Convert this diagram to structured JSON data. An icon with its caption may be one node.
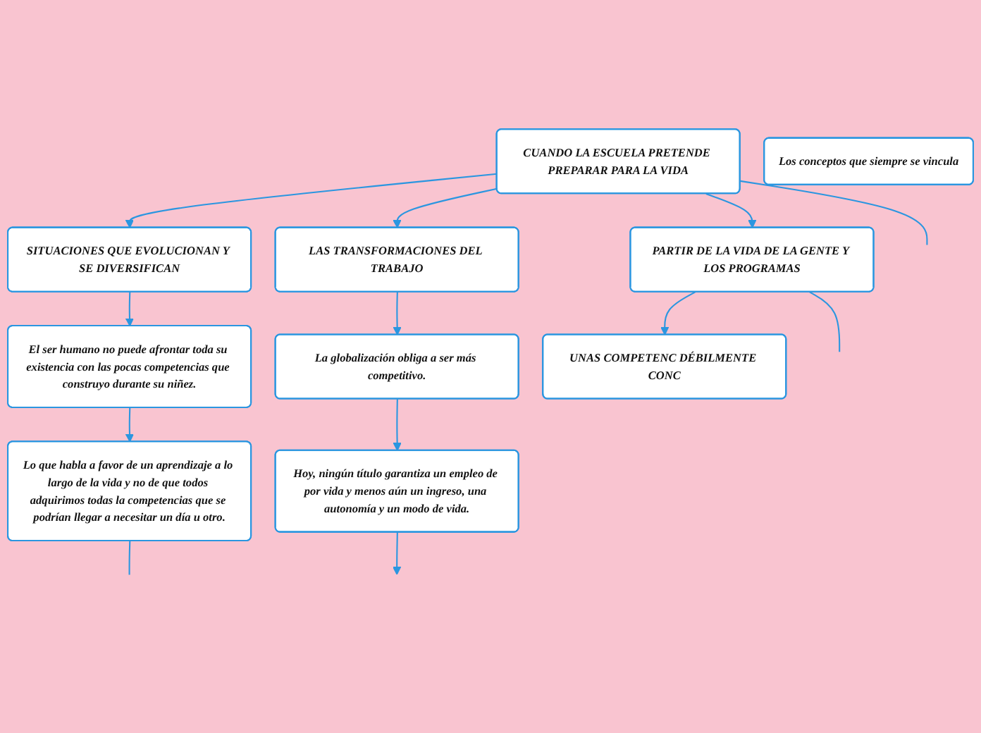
{
  "diagram": {
    "nodes": [
      {
        "text": [
          "CUANDO LA ESCUELA PRETENDE PREPARAR PARA LA VIDA"
        ]
      },
      {
        "text": [
          "SITUACIONES QUE EVOLUCIONAN Y SE DIVERSIFICAN"
        ]
      },
      {
        "text": [
          "LAS TRANSFORMACIONES DEL TRABAJO"
        ]
      },
      {
        "text": [
          "PARTIR DE LA VIDA DE LA GENTE Y LOS PROGRAMAS"
        ]
      },
      {
        "text": [
          "El ser humano no puede afrontar toda su existencia con las pocas competencias que construyo durante su niñez."
        ]
      },
      {
        "text": [
          "La globalización obliga a ser más competitivo."
        ]
      },
      {
        "text": [
          "UNAS COMPETENC DÉBILMENTE CONC"
        ]
      },
      {
        "text": [
          "Lo que habla a favor de un aprendizaje a lo largo de la vida y no de que todos adquirimos todas la competencias que se podrían llegar a necesitar un día u otro."
        ]
      },
      {
        "text": [
          "Hoy, ningún título garantiza un empleo de por vida y menos aún un ingreso, una autonomía y un modo de vida."
        ]
      },
      {
        "text": [
          "Los conceptos que siempre se vincula"
        ]
      }
    ],
    "edges": [
      {
        "from": 0,
        "to": null,
        "arrow": "none"
      },
      {
        "from": 0,
        "to": 1,
        "arrow": "to"
      },
      {
        "from": 0,
        "to": 2,
        "arrow": "to"
      },
      {
        "from": 0,
        "to": 3,
        "arrow": "to"
      },
      {
        "from": 1,
        "to": 4,
        "arrow": "to"
      },
      {
        "from": 2,
        "to": 5,
        "arrow": "to"
      },
      {
        "from": 3,
        "to": 6,
        "arrow": "to"
      },
      {
        "from": 3,
        "to": null,
        "arrow": "none"
      },
      {
        "from": 4,
        "to": 7,
        "arrow": "to"
      },
      {
        "from": 5,
        "to": 8,
        "arrow": "to"
      },
      {
        "from": 7,
        "to": null,
        "arrow": "none"
      },
      {
        "from": 8,
        "to": null,
        "arrow": "to"
      }
    ]
  }
}
